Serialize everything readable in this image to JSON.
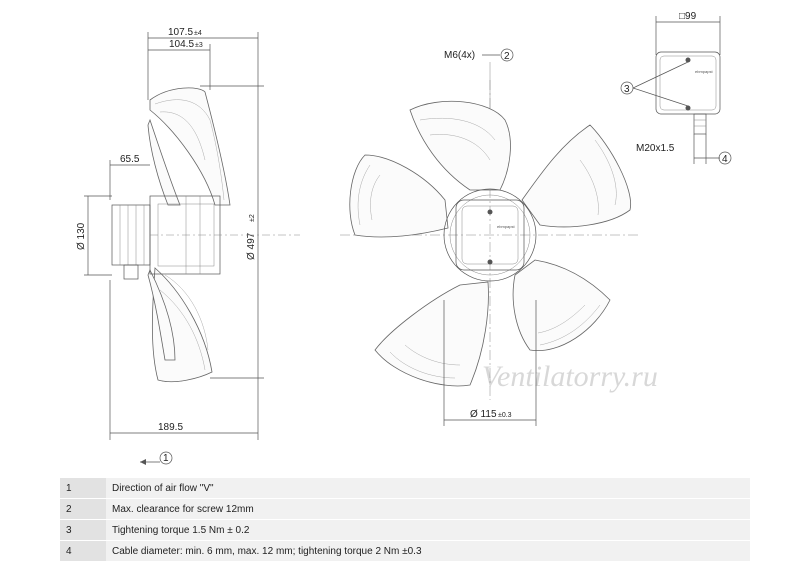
{
  "dimensions": {
    "side_depth_1": "107.5",
    "side_depth_1_tol": "±4",
    "side_depth_2": "104.5",
    "side_depth_2_tol": "±3",
    "motor_offset": "65.5",
    "motor_dia": "Ø 130",
    "overall_dia": "Ø 497",
    "overall_dia_tol": "±2",
    "total_depth": "189.5",
    "screw_thread": "M6(4x)",
    "hub_dia": "Ø 115",
    "hub_dia_tol": "±0.3",
    "box_size": "□99",
    "cable_gland": "M20x1.5"
  },
  "callouts": {
    "c1": "1",
    "c2": "2",
    "c3": "3",
    "c4": "4"
  },
  "logo_text": "ebmpapst",
  "watermark": "Ventilatorry.ru",
  "notes": [
    {
      "num": "1",
      "text": "Direction of air flow \"V\""
    },
    {
      "num": "2",
      "text": "Max. clearance for screw 12mm"
    },
    {
      "num": "3",
      "text": "Tightening torque 1.5 Nm ± 0.2"
    },
    {
      "num": "4",
      "text": "Cable diameter: min. 6 mm, max. 12 mm; tightening torque 2 Nm ±0.3"
    }
  ]
}
